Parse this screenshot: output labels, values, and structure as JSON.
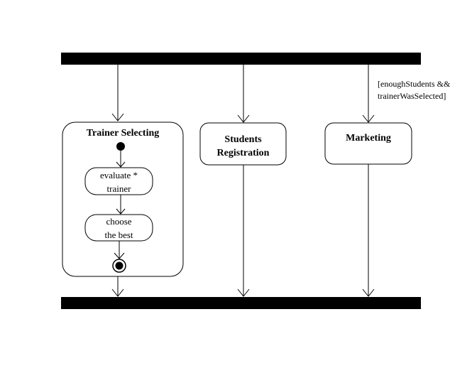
{
  "diagram": {
    "guard": {
      "line1": "[enoughStudents &&",
      "line2": "trainerWasSelected]"
    },
    "composite": {
      "title": "Trainer Selecting",
      "evaluate": {
        "line1": "evaluate *",
        "line2": "trainer"
      },
      "choose": {
        "line1": "choose",
        "line2": "the best"
      }
    },
    "students": {
      "line1": "Students",
      "line2": "Registration"
    },
    "marketing": {
      "label": "Marketing"
    }
  }
}
